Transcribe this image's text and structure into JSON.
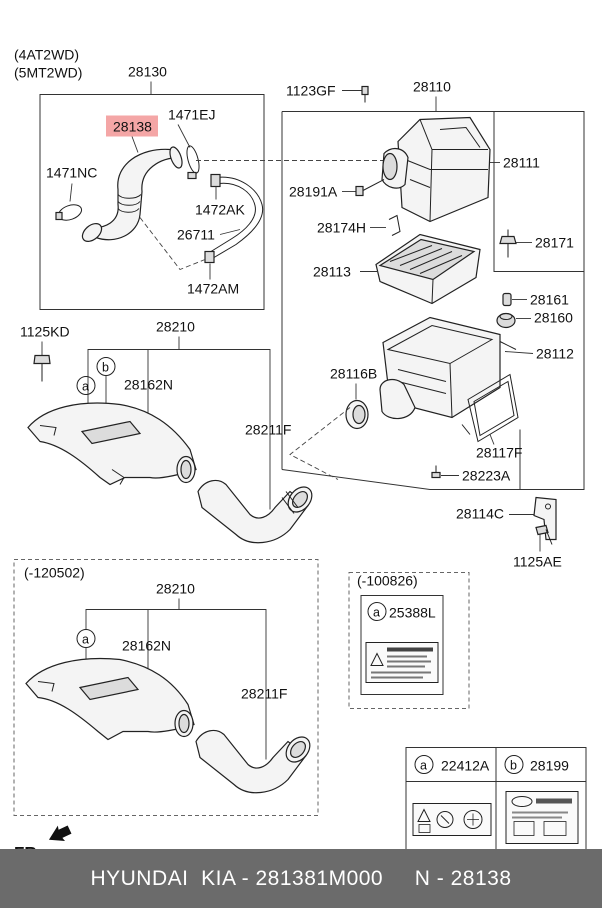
{
  "applicability": {
    "line1": "(4AT2WD)",
    "line2": "(5MT2WD)",
    "date_a": "(-120502)",
    "date_b": "(-100826)"
  },
  "parts": {
    "p28130": "28130",
    "p28138": "28138",
    "p1471EJ": "1471EJ",
    "p1471NC": "1471NC",
    "p1472AK": "1472AK",
    "p26711": "26711",
    "p1472AM": "1472AM",
    "p1123GF": "1123GF",
    "p28110": "28110",
    "p28111": "28111",
    "p28191A": "28191A",
    "p28174H": "28174H",
    "p28171": "28171",
    "p28113": "28113",
    "p28161": "28161",
    "p28160": "28160",
    "p28112": "28112",
    "p28116B": "28116B",
    "p28117F": "28117F",
    "p28223A": "28223A",
    "p28114C": "28114C",
    "p1125AE": "1125AE",
    "p1125KD": "1125KD",
    "p28210": "28210",
    "p28162N": "28162N",
    "p28211F": "28211F",
    "p28210b": "28210",
    "p28162Nb": "28162N",
    "p28211Fb": "28211F",
    "p25388L": "25388L",
    "p22412A": "22412A",
    "p28199": "28199"
  },
  "callouts": {
    "a": "a",
    "b": "b"
  },
  "direction": "FR.",
  "footer": {
    "text": "HYUNDAI  KIA - 281381M000     N - 28138"
  },
  "colors": {
    "highlight": "#f4a6a6",
    "footer_bg": "#6b6b6b",
    "footer_text": "#ffffff"
  }
}
